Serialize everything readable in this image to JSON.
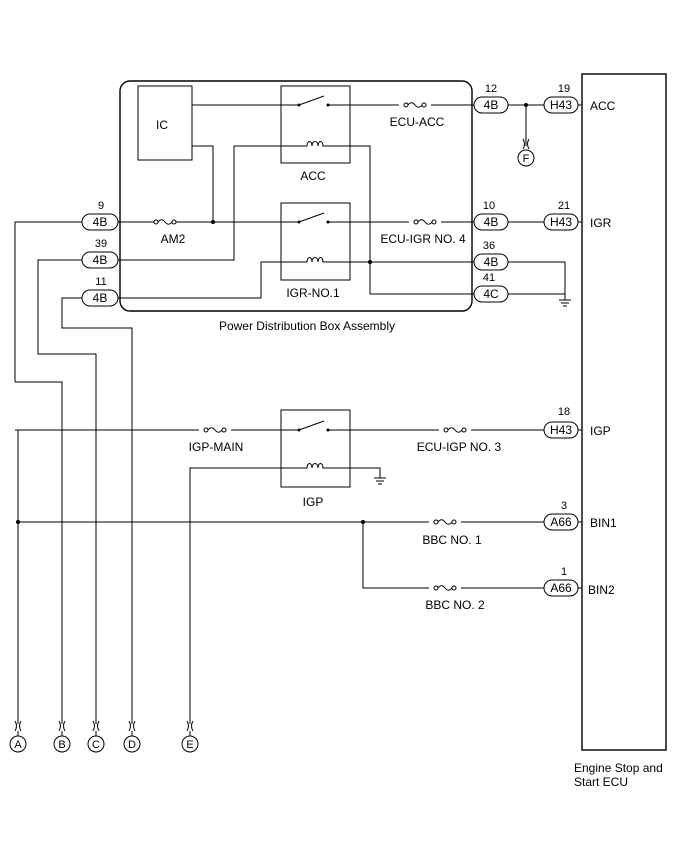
{
  "box_label": "Power Distribution Box Assembly",
  "ecu_label_line1": "Engine Stop and",
  "ecu_label_line2": "Start ECU",
  "ic_label": "IC",
  "relays": {
    "acc": "ACC",
    "igr_no1": "IGR-NO.1",
    "igp": "IGP"
  },
  "fuses": {
    "ecu_acc": "ECU-ACC",
    "am2": "AM2",
    "ecu_igr_no4": "ECU-IGR NO. 4",
    "igp_main": "IGP-MAIN",
    "ecu_igp_no3": "ECU-IGP NO. 3",
    "bbc_no1": "BBC NO. 1",
    "bbc_no2": "BBC NO. 2"
  },
  "connectors": {
    "c4b_12": {
      "pin": "12",
      "code": "4B"
    },
    "c4b_9": {
      "pin": "9",
      "code": "4B"
    },
    "c4b_39": {
      "pin": "39",
      "code": "4B"
    },
    "c4b_11": {
      "pin": "11",
      "code": "4B"
    },
    "c4b_10": {
      "pin": "10",
      "code": "4B"
    },
    "c4b_36": {
      "pin": "36",
      "code": "4B"
    },
    "c4c_41": {
      "pin": "41",
      "code": "4C"
    },
    "h43_19": {
      "pin": "19",
      "code": "H43"
    },
    "h43_21": {
      "pin": "21",
      "code": "H43"
    },
    "h43_18": {
      "pin": "18",
      "code": "H43"
    },
    "a66_3": {
      "pin": "3",
      "code": "A66"
    },
    "a66_1": {
      "pin": "1",
      "code": "A66"
    }
  },
  "ecu_terminals": {
    "acc": "ACC",
    "igr": "IGR",
    "igp": "IGP",
    "bin1": "BIN1",
    "bin2": "BIN2"
  },
  "references": {
    "a": "A",
    "b": "B",
    "c": "C",
    "d": "D",
    "e": "E",
    "f": "F"
  }
}
